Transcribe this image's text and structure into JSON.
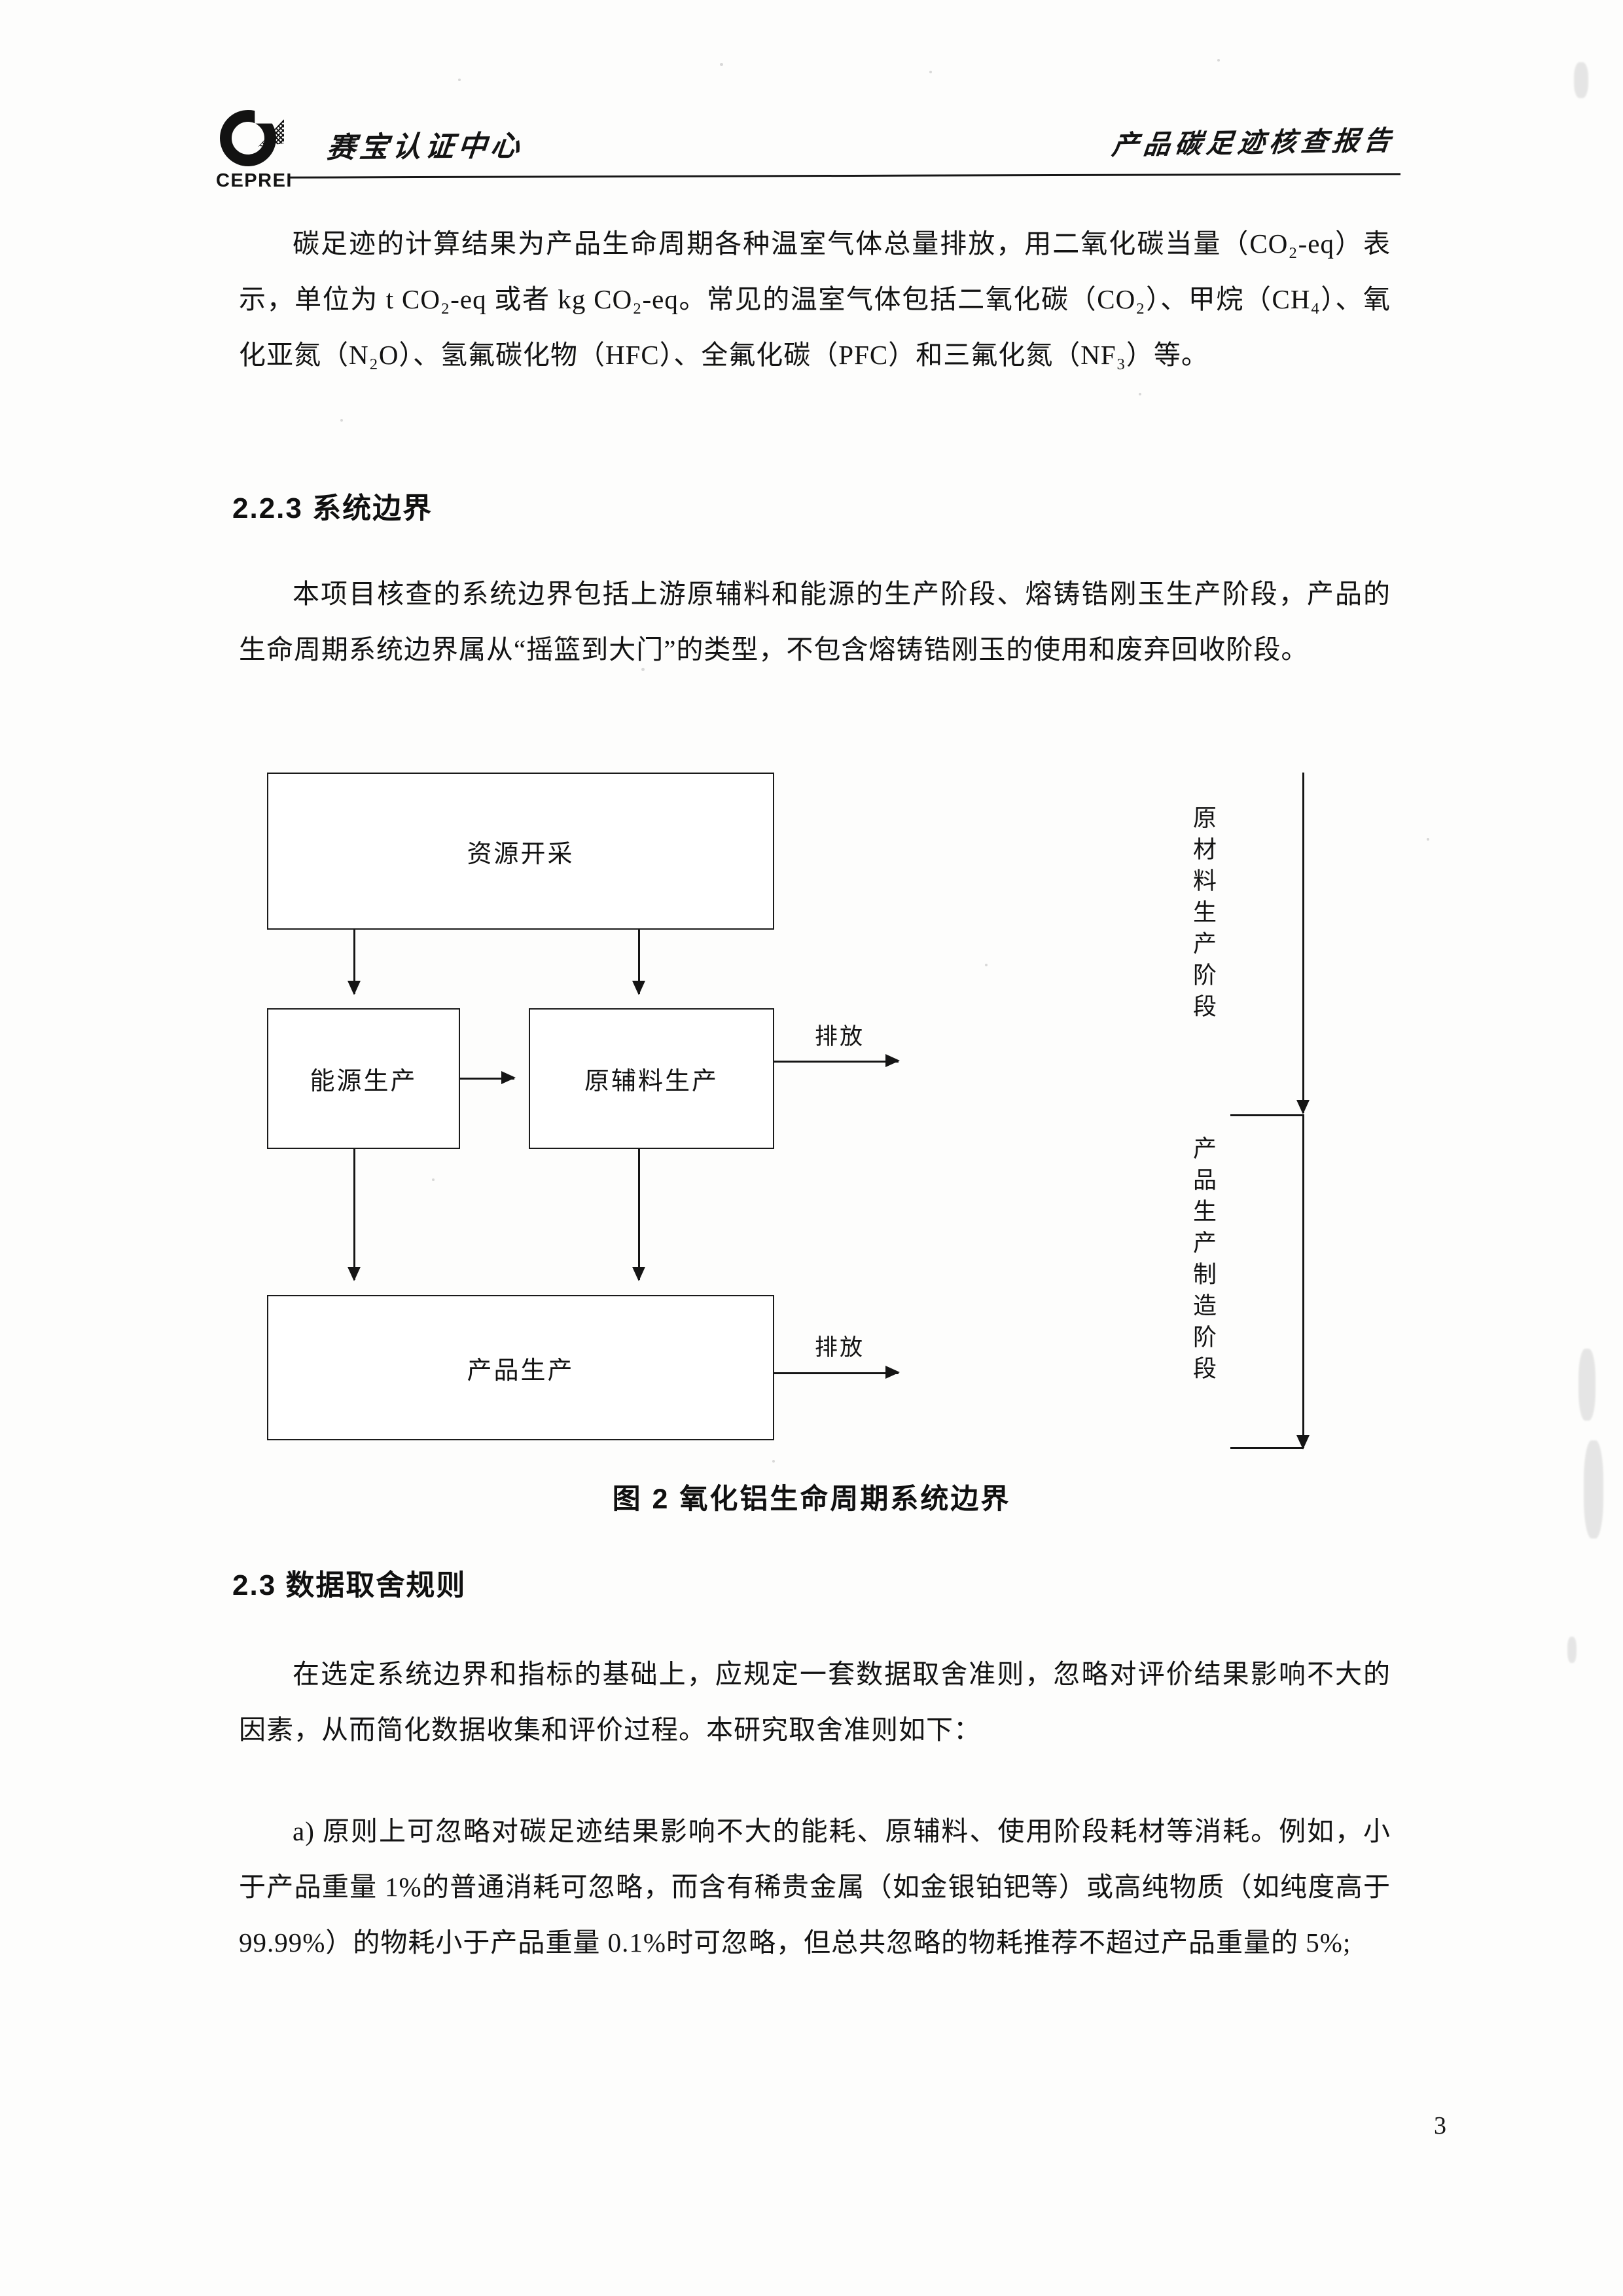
{
  "header": {
    "logo_text": "CEPREI",
    "org_name_cn": "赛宝认证中心",
    "report_title_cn": "产品碳足迹核查报告"
  },
  "body": {
    "para1": "碳足迹的计算结果为产品生命周期各种温室气体总量排放，用二氧化碳当量（CO₂-eq）表示，单位为 t CO₂-eq 或者 kg CO₂-eq。常见的温室气体包括二氧化碳（CO₂）、甲烷（CH₄）、氧化亚氮（N₂O）、氢氟碳化物（HFC）、全氟化碳（PFC）和三氟化氮（NF₃）等。",
    "heading_223": "2.2.3  系统边界",
    "para2": "本项目核查的系统边界包括上游原辅料和能源的生产阶段、熔铸锆刚玉生产阶段，产品的生命周期系统边界属从“摇篮到大门”的类型，不包含熔铸锆刚玉的使用和废弃回收阶段。",
    "fig2_caption": "图 2  氧化铝生命周期系统边界",
    "heading_23": "2.3  数据取舍规则",
    "para3": "在选定系统边界和指标的基础上，应规定一套数据取舍准则，忽略对评价结果影响不大的因素，从而简化数据收集和评价过程。本研究取舍准则如下：",
    "para4": "a) 原则上可忽略对碳足迹结果影响不大的能耗、原辅料、使用阶段耗材等消耗。例如，小于产品重量 1%的普通消耗可忽略，而含有稀贵金属（如金银铂钯等）或高纯物质（如纯度高于 99.99%）的物耗小于产品重量 0.1%时可忽略，但总共忽略的物耗推荐不超过产品重量的 5%;"
  },
  "figure": {
    "boxes": {
      "resource_extraction": "资源开采",
      "energy_production": "能源生产",
      "raw_material_production": "原辅料生产",
      "product_production": "产品生产"
    },
    "emission_label_1": "排放",
    "emission_label_2": "排放",
    "stage_label_1": "原材料生产阶段",
    "stage_label_2": "产品生产制造阶段"
  },
  "footer": {
    "page_number": "3"
  }
}
